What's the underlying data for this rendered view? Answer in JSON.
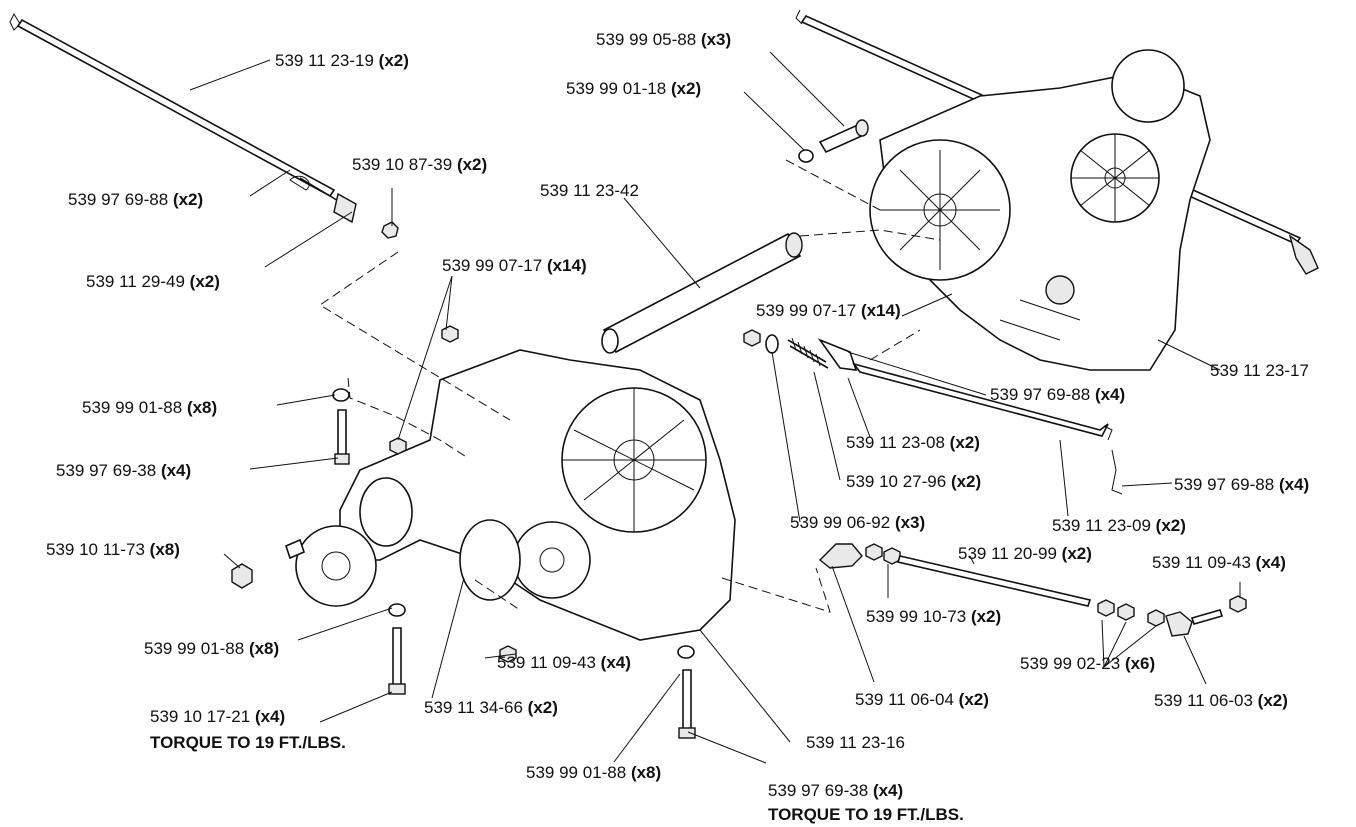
{
  "labels": [
    {
      "id": "rod-top",
      "part": "539 11 23-19",
      "qty": "(x2)"
    },
    {
      "id": "nut-top",
      "part": "539 10 87-39",
      "qty": "(x2)"
    },
    {
      "id": "pin-top",
      "part": "539 97 69-88",
      "qty": "(x2)"
    },
    {
      "id": "arm-top",
      "part": "539 11 29-49",
      "qty": "(x2)"
    },
    {
      "id": "bolt-top-right",
      "part": "539 99 05-88",
      "qty": "(x3)"
    },
    {
      "id": "washer-top-right",
      "part": "539 99 01-18",
      "qty": "(x2)"
    },
    {
      "id": "axle-rod",
      "part": "539 11 23-42",
      "qty": ""
    },
    {
      "id": "nut-center",
      "part": "539 99 07-17",
      "qty": "(x14)"
    },
    {
      "id": "nut-center-2",
      "part": "539 99 07-17",
      "qty": "(x14)"
    },
    {
      "id": "washer-left",
      "part": "539 99 01-88",
      "qty": "(x8)"
    },
    {
      "id": "bolt-left",
      "part": "539 97 69-38",
      "qty": "(x4)"
    },
    {
      "id": "lug-nut",
      "part": "539 10 11-73",
      "qty": "(x8)"
    },
    {
      "id": "washer-left-low",
      "part": "539 99 01-88",
      "qty": "(x8)"
    },
    {
      "id": "bolt-left-low",
      "part": "539 10 17-21",
      "qty": "(x4)"
    },
    {
      "id": "hub",
      "part": "539 11 34-66",
      "qty": "(x2)"
    },
    {
      "id": "nut-bottom",
      "part": "539 11 09-43",
      "qty": "(x4)"
    },
    {
      "id": "washer-bottom",
      "part": "539 99 01-88",
      "qty": "(x8)"
    },
    {
      "id": "bolt-bottom",
      "part": "539 97 69-38",
      "qty": "(x4)"
    },
    {
      "id": "transaxle-left",
      "part": "539 11 23-16",
      "qty": ""
    },
    {
      "id": "transaxle-right",
      "part": "539 11 23-17",
      "qty": ""
    },
    {
      "id": "pin-right",
      "part": "539 97 69-88",
      "qty": "(x4)"
    },
    {
      "id": "pin-right-2",
      "part": "539 97 69-88",
      "qty": "(x4)"
    },
    {
      "id": "clevis",
      "part": "539 11 23-08",
      "qty": "(x2)"
    },
    {
      "id": "spring",
      "part": "539 10 27-96",
      "qty": "(x2)"
    },
    {
      "id": "washer-spring",
      "part": "539 99 06-92",
      "qty": "(x3)"
    },
    {
      "id": "bypass-rod",
      "part": "539 11 23-09",
      "qty": "(x2)"
    },
    {
      "id": "tie-rod",
      "part": "539 11 20-99",
      "qty": "(x2)"
    },
    {
      "id": "nut-tie",
      "part": "539 11 09-43",
      "qty": "(x4)"
    },
    {
      "id": "jam-nut",
      "part": "539 99 10-73",
      "qty": "(x2)"
    },
    {
      "id": "jam-nuts",
      "part": "539 99 02-23",
      "qty": "(x6)"
    },
    {
      "id": "rod-end-left",
      "part": "539 11 06-04",
      "qty": "(x2)"
    },
    {
      "id": "rod-end-right",
      "part": "539 11 06-03",
      "qty": "(x2)"
    }
  ],
  "notes": {
    "torque_left": "TORQUE TO 19 FT./LBS.",
    "torque_bottom": "TORQUE TO 19 FT./LBS."
  }
}
